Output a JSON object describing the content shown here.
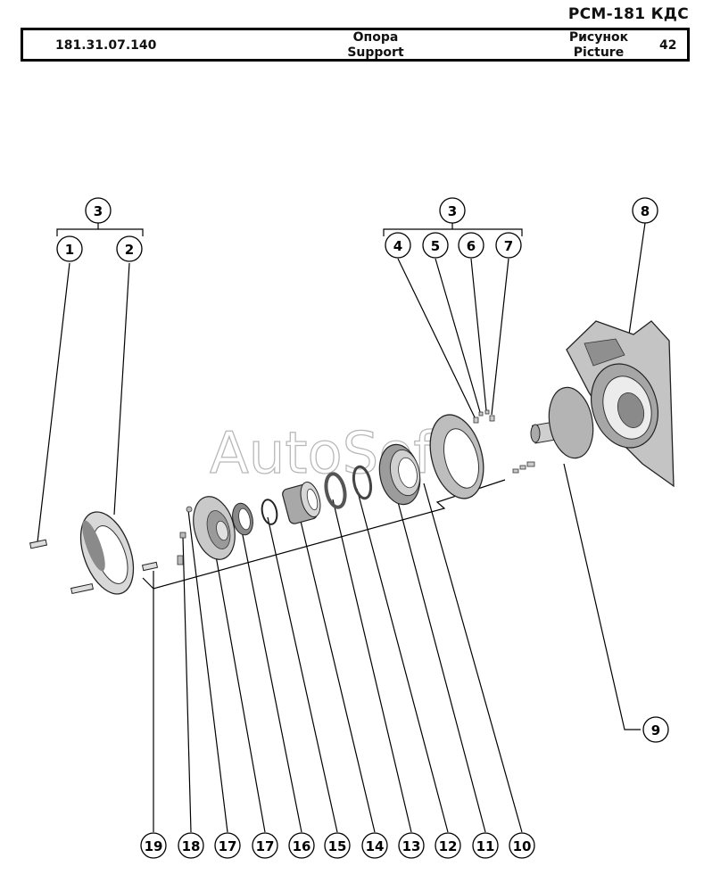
{
  "model": "PCM-181 КДС",
  "header": {
    "code": "181.31.07.140",
    "name_ru": "Опора",
    "name_en": "Support",
    "picture_ru": "Рисунок",
    "picture_en": "Picture",
    "picture_number": "42"
  },
  "watermark": "AutoSoft",
  "callouts": {
    "c1": "1",
    "c2": "2",
    "c3a": "3",
    "c3b": "3",
    "c4": "4",
    "c5": "5",
    "c6": "6",
    "c7": "7",
    "c8": "8",
    "c9": "9",
    "c10": "10",
    "c11": "11",
    "c12": "12",
    "c13": "13",
    "c14": "14",
    "c15": "15",
    "c16": "16",
    "c17": "17",
    "c18": "18",
    "c19": "19"
  }
}
